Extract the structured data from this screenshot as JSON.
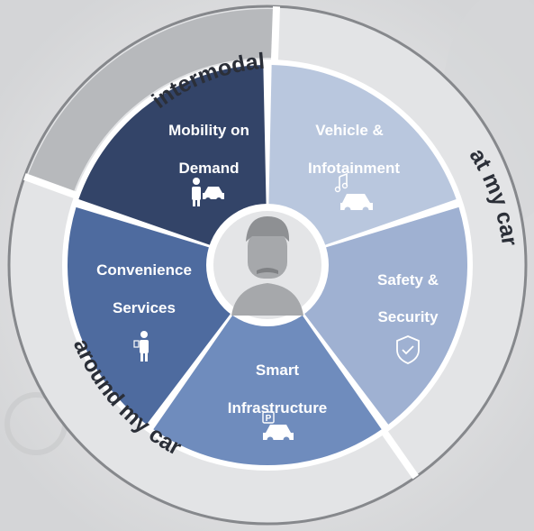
{
  "ring": {
    "intermodal": "intermodal",
    "at_my_car": "at my car",
    "around_my_car": "around my car"
  },
  "segments": [
    {
      "id": "mobility",
      "line1": "Mobility on",
      "line2": "Demand",
      "color": "#334468"
    },
    {
      "id": "vehicle",
      "line1": "Vehicle &",
      "line2": "Infotainment",
      "color": "#b9c7de"
    },
    {
      "id": "safety",
      "line1": "Safety &",
      "line2": "Security",
      "color": "#9fb1d2"
    },
    {
      "id": "smart",
      "line1": "Smart",
      "line2": "Infrastructure",
      "color": "#6f8cbd"
    },
    {
      "id": "convenience",
      "line1": "Convenience",
      "line2": "Services",
      "color": "#4e6b9f"
    }
  ],
  "icons": {
    "mobility": "person-with-car-icon",
    "vehicle": "music-note-car-icon",
    "safety": "shield-check-icon",
    "smart": "parking-car-icon",
    "convenience": "valet-person-icon",
    "center": "user-avatar-icon"
  },
  "colors": {
    "ring_dark": "#b7b9bc",
    "ring_light": "#e3e4e6",
    "ring_border": "#86888c",
    "center_fill": "#e6e7e9"
  }
}
